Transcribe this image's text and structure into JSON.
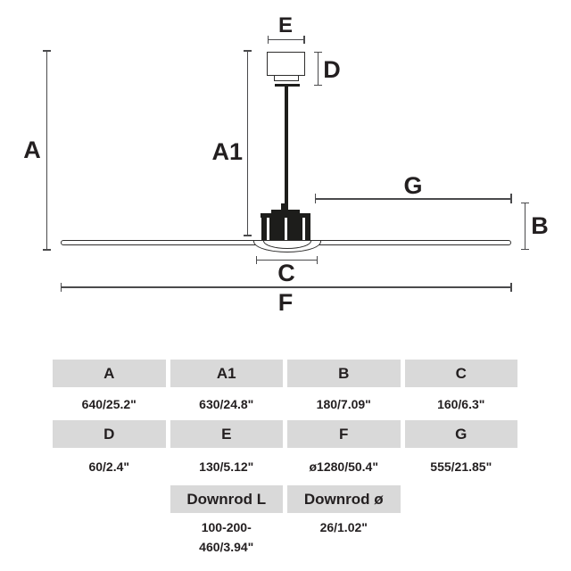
{
  "diagram": {
    "labels": {
      "A": "A",
      "A1": "A1",
      "B": "B",
      "C": "C",
      "D": "D",
      "E": "E",
      "F": "F",
      "G": "G"
    },
    "parts": {
      "canopy": "ceiling canopy",
      "downrod": "downrod",
      "motor": "fan motor housing",
      "blades": "fan blades",
      "bowl": "light diffuser bowl"
    }
  },
  "table": {
    "header_row_1": [
      "A",
      "A1",
      "B",
      "C"
    ],
    "value_row_1": [
      "640/25.2\"",
      "630/24.8\"",
      "180/7.09\"",
      "160/6.3\""
    ],
    "header_row_2": [
      "D",
      "E",
      "F",
      "G"
    ],
    "value_row_2": [
      "60/2.4\"",
      "130/5.12\"",
      "ø1280/50.4\"",
      "555/21.85\""
    ],
    "header_row_3": [
      "Downrod L",
      "Downrod ø"
    ],
    "value_row_3": [
      "100-200-\n460/3.94\"",
      "26/1.02\""
    ]
  },
  "colors": {
    "ink": "#231f20",
    "dimension_line": "#4a4a4c",
    "fan_fill": "#1d1d1b",
    "table_header_bg": "#d9d9d9",
    "background": "#ffffff"
  }
}
